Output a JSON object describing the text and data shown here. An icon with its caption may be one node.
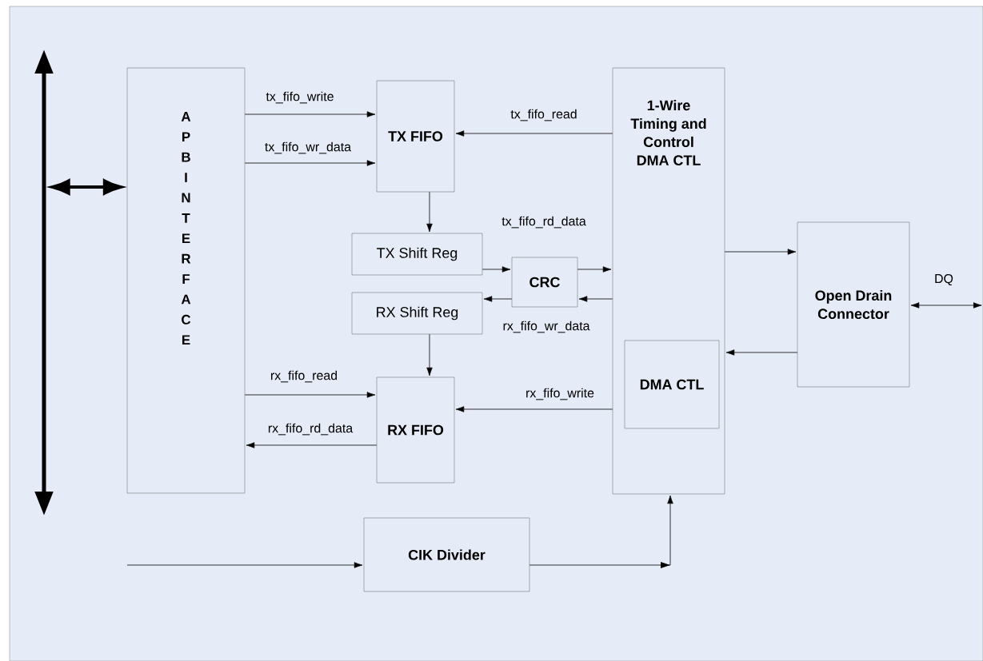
{
  "diagram": {
    "nodes": [
      {
        "text": [],
        "shape": "bar"
      },
      {
        "text": [
          "A P B I N T E R F A C E"
        ]
      },
      {
        "text": [
          "TX FIFO"
        ]
      },
      {
        "text": [
          "1-Wire Timing and Control DMA CTL"
        ]
      },
      {
        "text": [
          "DMA CTL"
        ],
        "in": 3
      },
      {
        "text": [
          "TX Shift Reg"
        ]
      },
      {
        "text": [
          "CRC"
        ]
      },
      {
        "text": [
          "RX Shift Reg"
        ]
      },
      {
        "text": [
          "RX FIFO"
        ]
      },
      {
        "text": [
          "Open Drain Connector"
        ]
      },
      {
        "text": [
          "CIK Divider"
        ]
      }
    ],
    "edges": [
      {
        "from": 0,
        "to": 1,
        "arrow": "both",
        "style": "thick"
      },
      {
        "from": 1,
        "to": 2,
        "arrow": "to",
        "label": "tx_fifo_write"
      },
      {
        "from": 1,
        "to": 2,
        "arrow": "to",
        "label": "tx_fifo_wr_data"
      },
      {
        "from": 3,
        "to": 2,
        "arrow": "to",
        "label": "tx_fifo_read"
      },
      {
        "from": 2,
        "to": 5,
        "arrow": "to"
      },
      {
        "from": 5,
        "to": 6,
        "arrow": "to"
      },
      {
        "from": 6,
        "to": 3,
        "arrow": "to"
      },
      {
        "from": 3,
        "to": 6,
        "arrow": "to"
      },
      {
        "from": 6,
        "to": 7,
        "arrow": "to"
      },
      {
        "from": 7,
        "to": 8,
        "arrow": "to"
      },
      {
        "from": 1,
        "to": 8,
        "arrow": "to",
        "label": "rx_fifo_read"
      },
      {
        "from": 8,
        "to": 1,
        "arrow": "to",
        "label": "rx_fifo_rd_data"
      },
      {
        "from": 3,
        "to": 8,
        "arrow": "to",
        "label": "rx_fifo_write"
      },
      {
        "from": 3,
        "to": 9,
        "arrow": "to"
      },
      {
        "from": 9,
        "to": 3,
        "arrow": "to"
      },
      {
        "from": 9,
        "to": null,
        "arrow": "both",
        "label": "DQ"
      },
      {
        "from": null,
        "to": 10,
        "arrow": "to"
      },
      {
        "from": 10,
        "to": 3,
        "arrow": "to"
      }
    ],
    "labels": [
      "tx_fifo_rd_data",
      "rx_fifo_wr_data"
    ]
  }
}
